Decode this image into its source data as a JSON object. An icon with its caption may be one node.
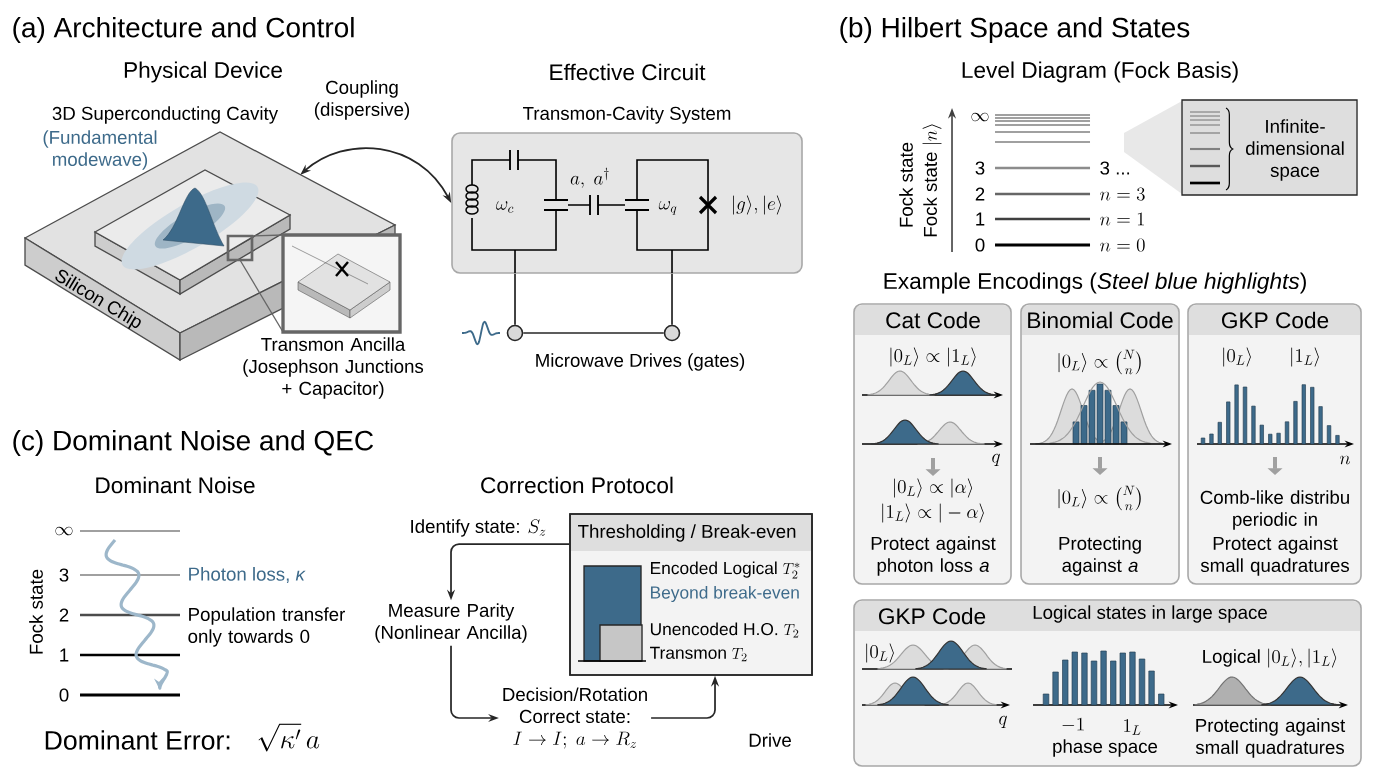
{
  "diagram": {
    "nodes": [
      {
        "text": [],
        "shape": "picture",
        "beside": [
          "3D Superconducting Cavity",
          "(Fundamental modewave)",
          "Transmon Ancilla (Josephson Junctions + Capacitor)"
        ]
      },
      {
        "text": [
          "Transmon-Cavity System",
          "\\omega_c",
          "a,\\ a^\\dagger",
          "\\omega_q",
          "|g\\rangle, |e\\rangle"
        ]
      },
      {
        "text": [],
        "shape": "circle"
      },
      {
        "text": [],
        "shape": "circle"
      },
      {
        "text": [
          "Infinite-dimensional space"
        ]
      },
      {
        "text": [
          "Cat Code",
          "|0_L\\rangle \\propto |1_L\\rangle",
          "q",
          "|0_L\\rangle \\propto |\\alpha\\rangle",
          "|1_L\\rangle \\propto |-\\alpha\\rangle",
          "Protect against photon loss *a*"
        ]
      },
      {
        "text": [
          "Binomial Code",
          "|0_L\\rangle \\propto \\binom{N}{n}",
          "|0_L\\rangle \\propto \\binom{N}{n}",
          "Protecting against *a*"
        ]
      },
      {
        "text": [
          "GKP Code",
          "|0_L\\rangle",
          "|1_L\\rangle",
          "n",
          "Comb-like distribu periodic in",
          "Protect against small quadratures"
        ]
      },
      {
        "text": [
          "GKP Code",
          "Logical states in large space",
          "|0_L\\rangle",
          "q",
          "-1",
          "1_L",
          "phase space",
          "\\text{Logical } |0_L\\rangle, |1_L\\rangle",
          "Protecting against small quadratures"
        ]
      },
      {
        "text": [
          "Measure Parity (Nonlinear Ancilla)"
        ]
      },
      {
        "text": [
          "Decision/Rotation",
          "Correct state:",
          "I \\to I;\\ a \\to R_z"
        ]
      },
      {
        "text": [
          "Thresholding / Break-even",
          "\\text{Encoded Logical } T_2^*",
          "Beyond break-even",
          "\\text{Unencoded H.O. } T_2",
          "\\text{Transmon } T_2"
        ]
      }
    ],
    "edges": [
      {
        "from": 1,
        "to": 0,
        "arrow": "both",
        "label": "Coupling (dispersive)"
      },
      {
        "from": 1,
        "to": 2,
        "arrow": "none"
      },
      {
        "from": 1,
        "to": 3,
        "arrow": "none"
      },
      {
        "from": 2,
        "to": 3,
        "arrow": "none"
      },
      {
        "from": 11,
        "to": 9,
        "arrow": "to",
        "label": "\\text{Identify state: } S_z"
      },
      {
        "from": 9,
        "to": 10,
        "arrow": "to"
      },
      {
        "from": 10,
        "to": 11,
        "arrow": "to"
      }
    ],
    "labels": [
      "(a) Architecture and Control",
      "Physical Device",
      "Effective Circuit",
      "Silicon Chip",
      "Microwave Drives (gates)",
      "(b) Hilbert Space and States",
      "Level Diagram (Fock Basis)",
      "Fock state",
      "\\text{Fock state } |n\\rangle",
      "\\infty",
      "3",
      "2",
      "1",
      "0",
      "3 ...",
      "n = 3",
      "n = 1",
      "n = 0",
      "Example Encodings (*Steel blue highlights*)",
      "(c) Dominant Noise and QEC",
      "Dominant Noise",
      "Correction Protocol",
      "Fock state",
      "\\infty",
      "3",
      "2",
      "1",
      "0",
      "Photon loss, *κ*",
      "Population transfer only towards 0",
      "Dominant Error:",
      "\\sqrt{\\kappa'}\\,a",
      "Drive"
    ]
  }
}
